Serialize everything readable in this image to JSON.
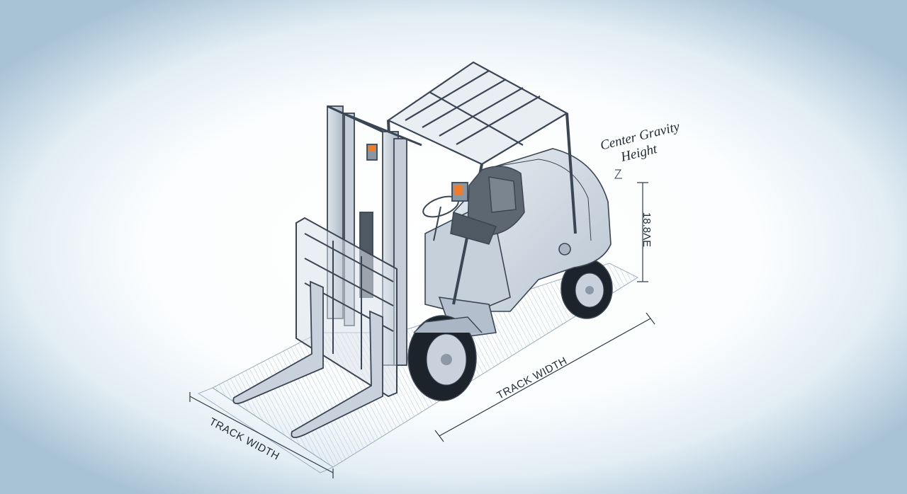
{
  "labels": {
    "cg_line1": "Center Gravity",
    "cg_line2": "Height",
    "vertical_dim": "18.8ΛE",
    "track_front": "TRACK WIDTH",
    "track_side": "TRACK WIDTH"
  },
  "colors": {
    "line": "#3a4653",
    "body": "#cdd6e0",
    "body_shade": "#aab6c3",
    "tire": "#1d232a",
    "seat": "#5d6772",
    "lamp": "#f07b2a",
    "grid": "#8fa6b6"
  }
}
